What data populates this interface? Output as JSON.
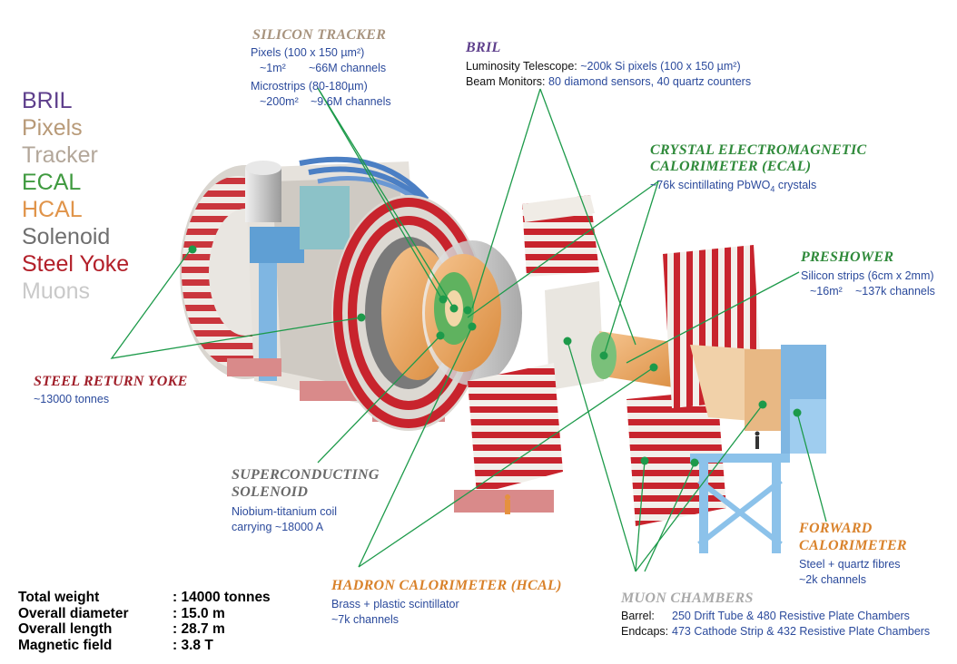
{
  "legend": [
    {
      "label": "BRIL",
      "color": "#5e3f8c"
    },
    {
      "label": "Pixels",
      "color": "#b89a78"
    },
    {
      "label": "Tracker",
      "color": "#b3a79a"
    },
    {
      "label": "ECAL",
      "color": "#3f9a3f"
    },
    {
      "label": "HCAL",
      "color": "#e0944a"
    },
    {
      "label": "Solenoid",
      "color": "#6f6f6f"
    },
    {
      "label": "Steel Yoke",
      "color": "#b3202a"
    },
    {
      "label": "Muons",
      "color": "#c9c9c9"
    }
  ],
  "silicon_tracker": {
    "title": "SILICON TRACKER",
    "line1": "Pixels (100 x 150 µm²)",
    "line2a": "~1m²",
    "line2b": "~66M channels",
    "line3": "Microstrips (80-180µm)",
    "line4a": "~200m²",
    "line4b": "~9.6M channels"
  },
  "bril": {
    "title": "BRIL",
    "line1_label": "Luminosity Telescope: ",
    "line1_value": "~200k Si pixels (100 x 150 µm²)",
    "line2_label": "Beam Monitors: ",
    "line2_value": "80 diamond sensors, 40 quartz counters"
  },
  "ecal": {
    "title_line1": "CRYSTAL ELECTROMAGNETIC",
    "title_line2": "CALORIMETER (ECAL)",
    "desc_pre": "~76k scintillating PbWO",
    "desc_sub": "4",
    "desc_post": " crystals"
  },
  "preshower": {
    "title": "PRESHOWER",
    "line1": "Silicon strips (6cm x 2mm)",
    "line2a": "~16m²",
    "line2b": "~137k channels"
  },
  "steel_yoke": {
    "title": "STEEL RETURN YOKE",
    "desc": "~13000 tonnes"
  },
  "solenoid": {
    "title_line1": "SUPERCONDUCTING",
    "title_line2": "SOLENOID",
    "line1": "Niobium-titanium coil",
    "line2": "carrying ~18000 A"
  },
  "hcal": {
    "title": "HADRON CALORIMETER (HCAL)",
    "line1": "Brass + plastic scintillator",
    "line2": "~7k channels"
  },
  "forward_cal": {
    "title_line1": "FORWARD",
    "title_line2": "CALORIMETER",
    "line1": "Steel + quartz fibres",
    "line2": "~2k channels"
  },
  "muon": {
    "title": "MUON CHAMBERS",
    "barrel_label": "Barrel:",
    "barrel_value": "250 Drift Tube & 480 Resistive Plate Chambers",
    "endcap_label": "Endcaps:",
    "endcap_value": "473 Cathode Strip & 432 Resistive Plate Chambers"
  },
  "stats": [
    {
      "key": "Total weight",
      "value": ": 14000 tonnes"
    },
    {
      "key": "Overall diameter",
      "value": ": 15.0 m"
    },
    {
      "key": "Overall length",
      "value": ": 28.7 m"
    },
    {
      "key": "Magnetic field",
      "value": ": 3.8 T"
    }
  ],
  "colors": {
    "title_purple": "#5e3f8c",
    "title_green": "#2f8a3a",
    "title_red": "#a01f2a",
    "title_gray": "#6a6a6a",
    "title_orange": "#d9822b",
    "text_blue": "#2b4a9c",
    "leader_green": "#1d9a4a"
  }
}
